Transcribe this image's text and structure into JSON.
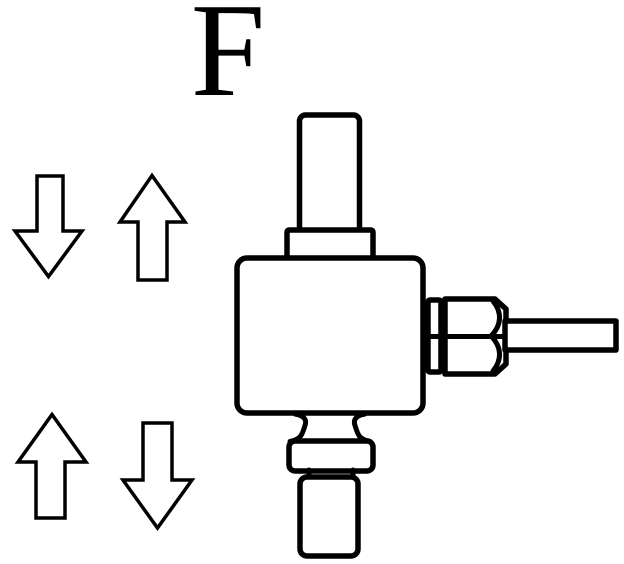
{
  "diagram": {
    "force_label": "F",
    "component": "load-cell-side-view",
    "arrows": [
      {
        "position": "upper-left",
        "direction": "down"
      },
      {
        "position": "upper-right",
        "direction": "up"
      },
      {
        "position": "lower-left",
        "direction": "up"
      },
      {
        "position": "lower-right",
        "direction": "down"
      }
    ],
    "colors": {
      "line": "#000000",
      "background": "#ffffff"
    }
  }
}
